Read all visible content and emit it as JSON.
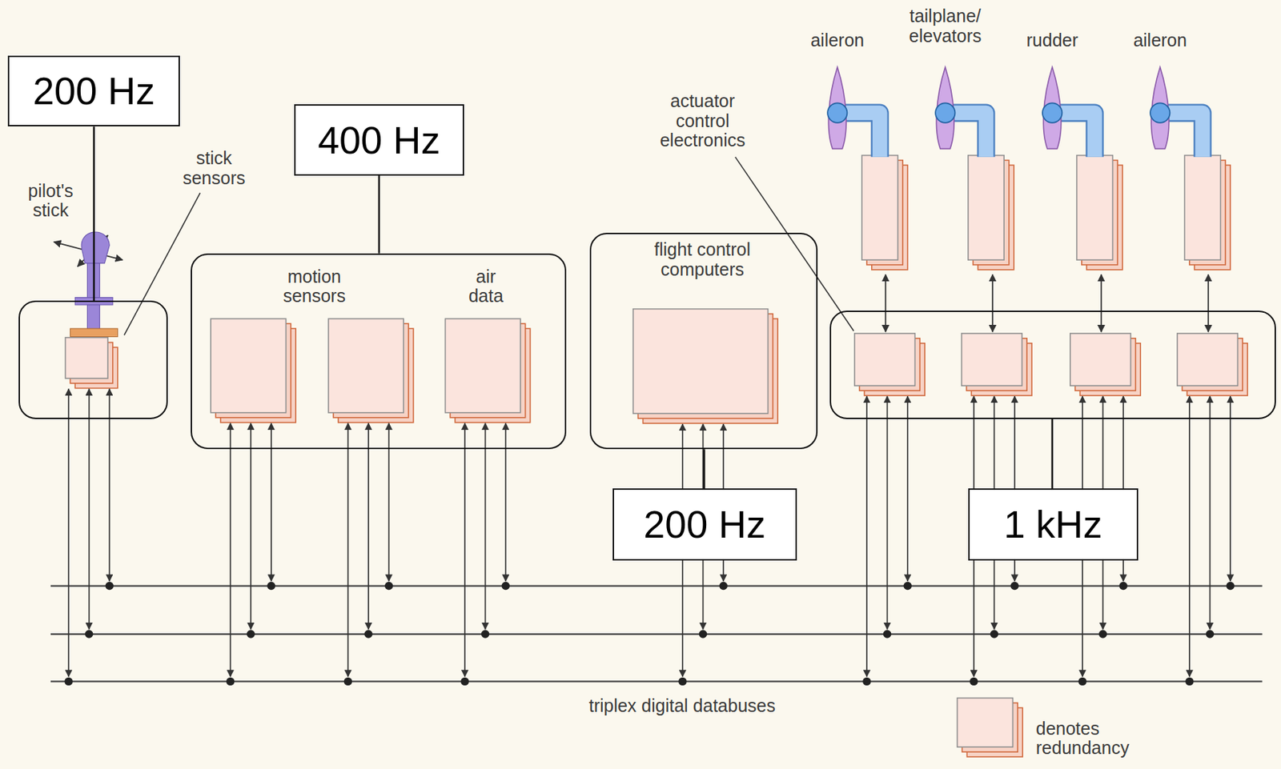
{
  "diagram": {
    "nodes": [
      {
        "text": [
          "200 Hz"
        ]
      },
      {
        "text": []
      },
      {
        "text": [
          "400 Hz"
        ]
      },
      {
        "text": [
          "motion sensors",
          "air data"
        ]
      },
      {
        "text": [
          "flight control computers"
        ]
      },
      {
        "text": [
          "200 Hz"
        ]
      },
      {
        "text": []
      },
      {
        "text": [
          "1 kHz"
        ]
      }
    ],
    "edges": [
      {
        "from": 0,
        "to": 1,
        "arrow": "none"
      },
      {
        "from": 2,
        "to": 3,
        "arrow": "none"
      },
      {
        "from": 4,
        "to": 5,
        "arrow": "none"
      },
      {
        "from": 6,
        "to": 7,
        "arrow": "none"
      }
    ],
    "labels": [
      "pilot's stick",
      "stick sensors",
      "actuator control electronics",
      "aileron",
      "tailplane/ elevators",
      "rudder",
      "aileron",
      "triplex digital databuses"
    ],
    "legend": [
      {
        "text": "denotes redundancy"
      }
    ]
  }
}
